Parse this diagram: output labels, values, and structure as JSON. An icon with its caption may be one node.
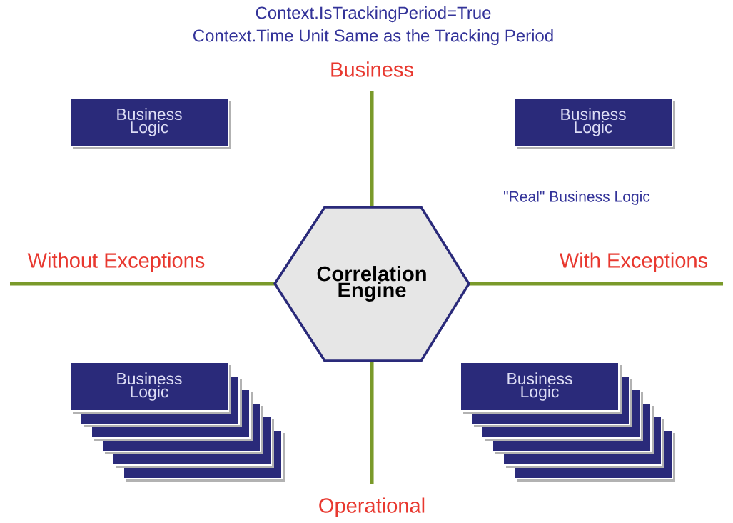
{
  "diagram": {
    "nodes": [
      {
        "text": [
          "Correlation Engine"
        ]
      },
      {
        "text": [
          "Business Logic"
        ]
      },
      {
        "text": [
          "Business Logic"
        ]
      },
      {
        "text": [
          "Business Logic"
        ]
      },
      {
        "text": [
          "Business Logic"
        ]
      }
    ],
    "labels": [
      "Context.IsTrackingPeriod=True",
      "Context.Time Unit Same as the Tracking Period",
      "Business",
      "\"Real\" Business Logic",
      "Without Exceptions",
      "With Exceptions",
      "Operational"
    ]
  }
}
